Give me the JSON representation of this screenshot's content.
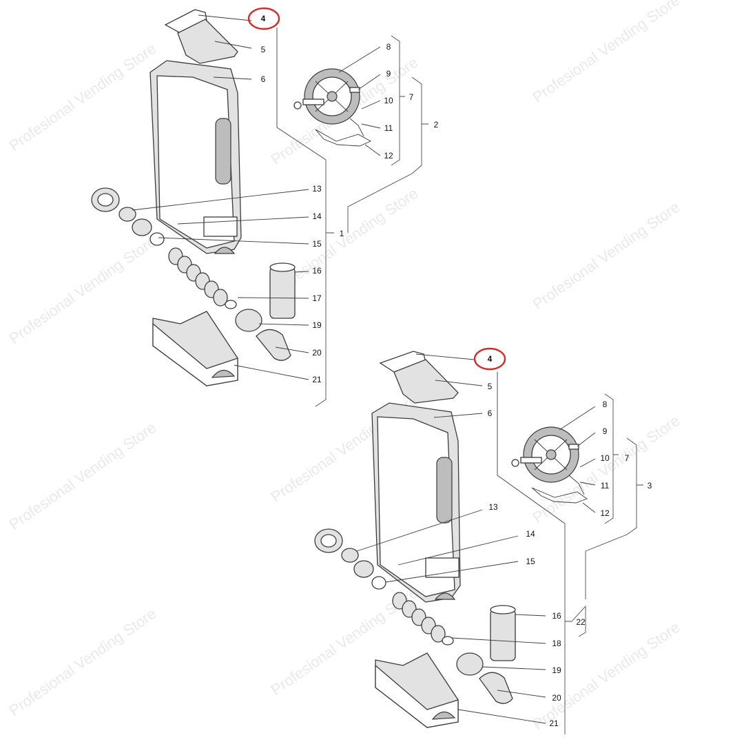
{
  "watermark": "Profesional Vending Store",
  "colors": {
    "highlight": "#d42a2a",
    "watermark": "#d8d8d8",
    "line": "#3a3a3a"
  },
  "assembly_top": {
    "callouts": [
      "4",
      "5",
      "6",
      "8",
      "9",
      "10",
      "7",
      "2",
      "11",
      "12",
      "13",
      "14",
      "15",
      "1",
      "16",
      "17",
      "19",
      "20",
      "21"
    ]
  },
  "assembly_bottom": {
    "callouts": [
      "4",
      "5",
      "6",
      "8",
      "9",
      "10",
      "7",
      "3",
      "11",
      "12",
      "13",
      "14",
      "15",
      "16",
      "22",
      "18",
      "19",
      "20",
      "21"
    ]
  }
}
